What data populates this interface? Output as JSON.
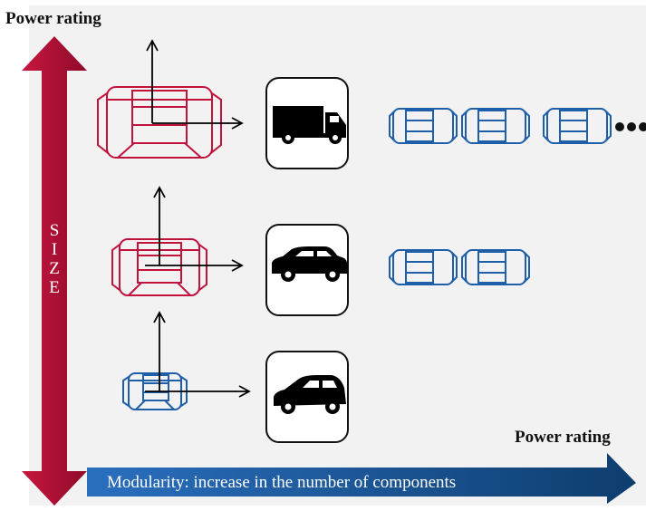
{
  "labels": {
    "power_rating_top": "Power rating",
    "power_rating_right": "Power rating",
    "size_letters": [
      "S",
      "I",
      "Z",
      "E"
    ],
    "modularity": "Modularity: increase in the number of components"
  },
  "rows": [
    {
      "vehicle": "truck",
      "vehicle_icon": "truck-icon",
      "motor_color": "crimson",
      "module_count": 3,
      "continues": true
    },
    {
      "vehicle": "suv",
      "vehicle_icon": "suv-icon",
      "motor_color": "crimson",
      "module_count": 2,
      "continues": false
    },
    {
      "vehicle": "hatchback",
      "vehicle_icon": "hatchback-icon",
      "motor_color": "blue",
      "module_count": 0,
      "continues": false
    }
  ],
  "colors": {
    "crimson": "#c1123c",
    "blue": "#1f5ea8",
    "background_panel": "#f2f2f2",
    "arrow_dark": "#0f3f73"
  }
}
